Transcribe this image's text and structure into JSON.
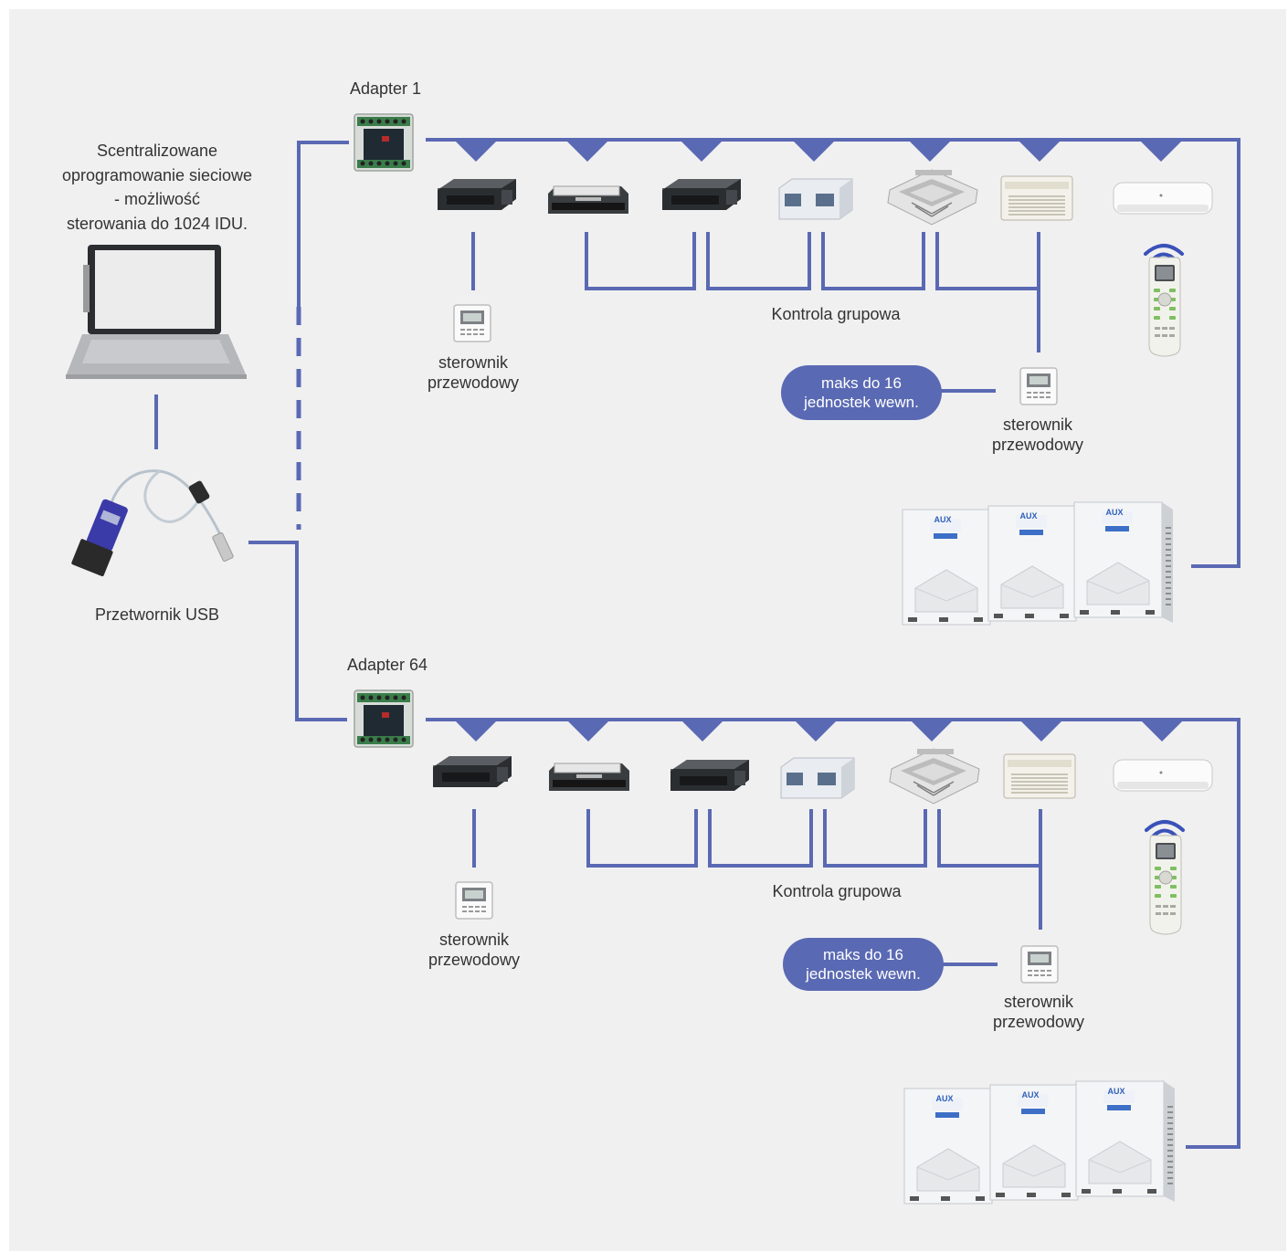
{
  "colors": {
    "background": "#f0f0f1",
    "line": "#5a69b3",
    "text": "#333333",
    "pill": "#5a69b3"
  },
  "software_label": [
    "Scentralizowane",
    "oprogramowanie sieciowe",
    "- możliwość",
    "sterowania do 1024 IDU."
  ],
  "converter_label": "Przetwornik USB",
  "adapter_1_label": "Adapter 1",
  "adapter_64_label": "Adapter 64",
  "row_1": {
    "wired_controller_left": [
      "sterownik",
      "przewodowy"
    ],
    "group_control": "Kontrola grupowa",
    "max_units": [
      "maks do 16",
      "jednostek wewn."
    ],
    "wired_controller_right": [
      "sterownik",
      "przewodowy"
    ]
  },
  "row_2": {
    "wired_controller_left": [
      "sterownik",
      "przewodowy"
    ],
    "group_control": "Kontrola grupowa",
    "max_units": [
      "maks do 16",
      "jednostek wewn."
    ],
    "wired_controller_right": [
      "sterownik",
      "przewodowy"
    ]
  },
  "outdoor_brand": "AUX",
  "icons": [
    "laptop-icon",
    "usb-converter-icon",
    "adapter-module-icon",
    "duct-unit-icon",
    "cassette-unit-icon",
    "floor-ceiling-unit-icon",
    "wall-split-unit-icon",
    "remote-control-icon",
    "wifi-icon",
    "wired-controller-icon",
    "outdoor-unit-icon"
  ]
}
